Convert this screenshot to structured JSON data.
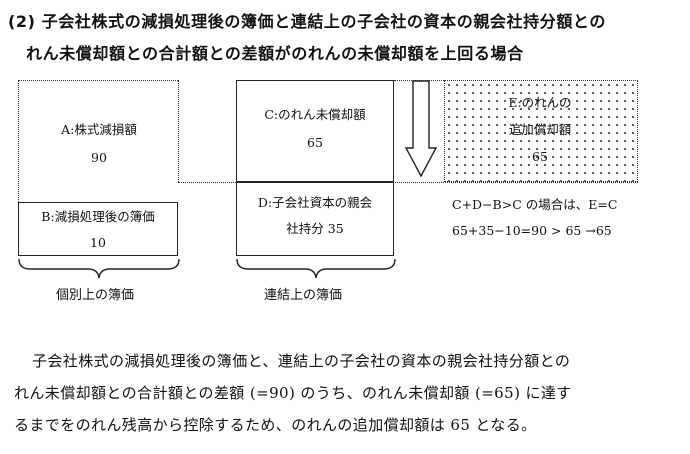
{
  "heading": {
    "line1": "(2) 子会社株式の減損処理後の簿価と連結上の子会社の資本の親会社持分額との",
    "line2": "れん未償却額との合計額との差額がのれんの未償却額を上回る場合"
  },
  "boxes": {
    "a": {
      "label": "A:株式減損額",
      "value": "90"
    },
    "b": {
      "label": "B:減損処理後の簿価",
      "value": "10"
    },
    "c": {
      "label": "C:のれん未償却額",
      "value": "65"
    },
    "d": {
      "label_line1": "D:子会社資本の親会",
      "label_line2": "社持分 35"
    },
    "e": {
      "label_line1": "E:のれんの",
      "label_line2": "追加償却額",
      "value": "65"
    }
  },
  "captions": {
    "left": "個別上の簿価",
    "right": "連結上の簿価"
  },
  "formula": {
    "line1": "C+D−B>C の場合は、E=C",
    "line2": "65+35−10=90 > 65 →65"
  },
  "paragraph": {
    "line1": "子会社株式の減損処理後の簿価と、連結上の子会社の資本の親会社持分額との",
    "line2": "れん未償却額との合計額との差額 (=90) のうち、のれん未償却額 (=65) に達す",
    "line3": "るまでをのれん残高から控除するため、のれんの追加償却額は 65 となる。"
  }
}
